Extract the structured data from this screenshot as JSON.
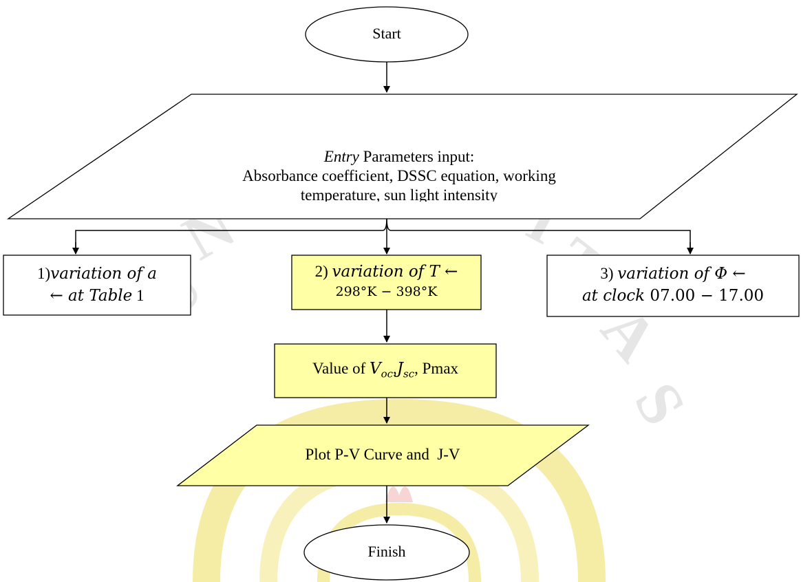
{
  "watermark": {
    "text": "UNIVERSITAS",
    "text_color": "#c8c8c8",
    "emblem_color": "#f5ea9c"
  },
  "colors": {
    "line": "#000000",
    "highlight": "#ffffa6"
  },
  "start": {
    "label": "Start"
  },
  "entry": {
    "line1_italic": "Entry",
    "line1_rest": " Parameters input:",
    "line2": "Absorbance coefficient, DSSC equation, working",
    "line3": "temperature, sun light intensity"
  },
  "var1": {
    "line1": "1)",
    "line1_math": "variation of a",
    "line2_math": "← at Table",
    "line2_num": " 1"
  },
  "var2": {
    "line1": "2) ",
    "line1_math": "variation of T ←",
    "line2": "298°K − 398°K"
  },
  "var3": {
    "line1": "3) ",
    "line1_math": "variation of Φ ←",
    "line2_math": "at clock",
    "line2_rest": "  07.00 − 17.00"
  },
  "value": {
    "prefix": "Value of ",
    "v_letter": "V",
    "v_sub": "oc",
    "comma": ",",
    "j_letter": "J",
    "j_sub": "sc",
    "suffix": ", Pmax"
  },
  "plot": {
    "label": "Plot P-V Curve and  J-V"
  },
  "finish": {
    "label": "Finish"
  }
}
